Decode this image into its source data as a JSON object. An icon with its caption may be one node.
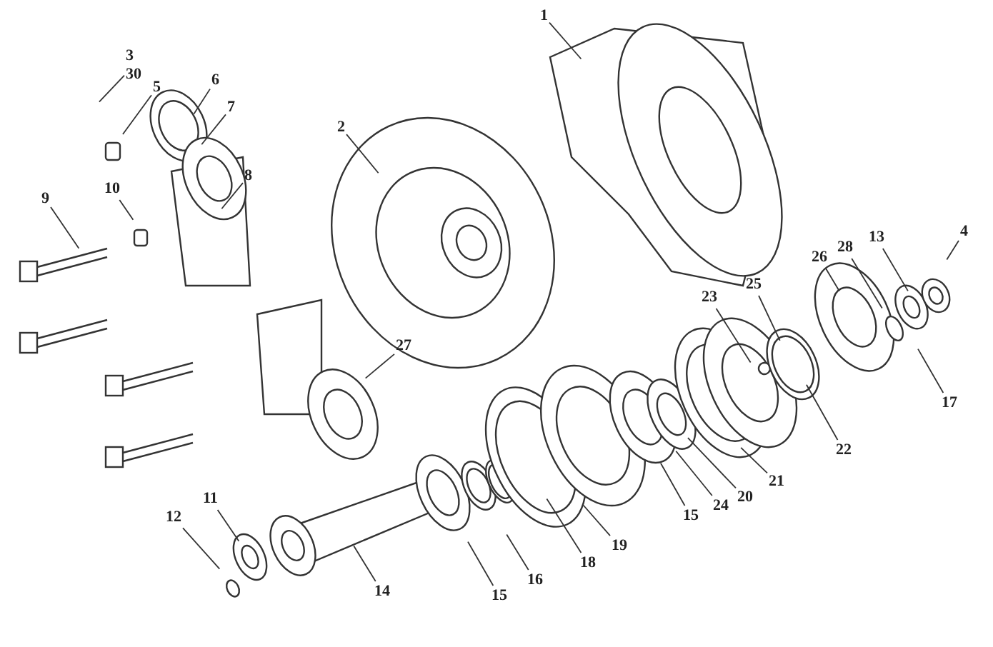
{
  "diagram": {
    "nodes": [
      {
        "text": [
          "1"
        ]
      },
      {
        "text": [
          "2"
        ]
      },
      {
        "text": [
          "3",
          "30"
        ]
      },
      {
        "text": [
          "4"
        ]
      },
      {
        "text": [
          "5"
        ]
      },
      {
        "text": [
          "6"
        ]
      },
      {
        "text": [
          "7"
        ]
      },
      {
        "text": [
          "8"
        ]
      },
      {
        "text": [
          "9"
        ]
      },
      {
        "text": [
          "10"
        ]
      },
      {
        "text": [
          "11"
        ]
      },
      {
        "text": [
          "12"
        ]
      },
      {
        "text": [
          "13"
        ]
      },
      {
        "text": [
          "14"
        ]
      },
      {
        "text": [
          "15"
        ]
      },
      {
        "text": [
          "16"
        ]
      },
      {
        "text": [
          "18"
        ]
      },
      {
        "text": [
          "19"
        ]
      },
      {
        "text": [
          "15"
        ]
      },
      {
        "text": [
          "20"
        ]
      },
      {
        "text": [
          "21"
        ]
      },
      {
        "text": [
          "22"
        ]
      },
      {
        "text": [
          "23"
        ]
      },
      {
        "text": [
          "24"
        ]
      },
      {
        "text": [
          "25"
        ]
      },
      {
        "text": [
          "26"
        ]
      },
      {
        "text": [
          "27"
        ]
      },
      {
        "text": [
          "28"
        ]
      },
      {
        "text": [
          "17"
        ]
      }
    ],
    "edges": [
      {
        "from": 0,
        "to": null,
        "arrow": "none"
      },
      {
        "from": 1,
        "to": null,
        "arrow": "none"
      },
      {
        "from": 2,
        "to": null,
        "arrow": "none"
      },
      {
        "from": 3,
        "to": null,
        "arrow": "none"
      },
      {
        "from": 4,
        "to": null,
        "arrow": "none"
      },
      {
        "from": 5,
        "to": null,
        "arrow": "none"
      },
      {
        "from": 6,
        "to": null,
        "arrow": "none"
      },
      {
        "from": 7,
        "to": null,
        "arrow": "none"
      },
      {
        "from": 8,
        "to": null,
        "arrow": "none"
      },
      {
        "from": 9,
        "to": null,
        "arrow": "none"
      },
      {
        "from": 10,
        "to": null,
        "arrow": "none"
      },
      {
        "from": 11,
        "to": null,
        "arrow": "none"
      },
      {
        "from": 12,
        "to": null,
        "arrow": "none"
      },
      {
        "from": 13,
        "to": null,
        "arrow": "none"
      },
      {
        "from": 14,
        "to": null,
        "arrow": "none"
      },
      {
        "from": 15,
        "to": null,
        "arrow": "none"
      },
      {
        "from": 16,
        "to": null,
        "arrow": "none"
      },
      {
        "from": 17,
        "to": null,
        "arrow": "none"
      },
      {
        "from": 18,
        "to": null,
        "arrow": "none"
      },
      {
        "from": 19,
        "to": null,
        "arrow": "none"
      },
      {
        "from": 20,
        "to": null,
        "arrow": "none"
      },
      {
        "from": 21,
        "to": null,
        "arrow": "none"
      },
      {
        "from": 22,
        "to": null,
        "arrow": "none"
      },
      {
        "from": 23,
        "to": null,
        "arrow": "none"
      },
      {
        "from": 24,
        "to": null,
        "arrow": "none"
      },
      {
        "from": 25,
        "to": null,
        "arrow": "none"
      },
      {
        "from": 26,
        "to": null,
        "arrow": "none"
      },
      {
        "from": 27,
        "to": null,
        "arrow": "none"
      },
      {
        "from": 28,
        "to": null,
        "arrow": "none"
      }
    ]
  }
}
